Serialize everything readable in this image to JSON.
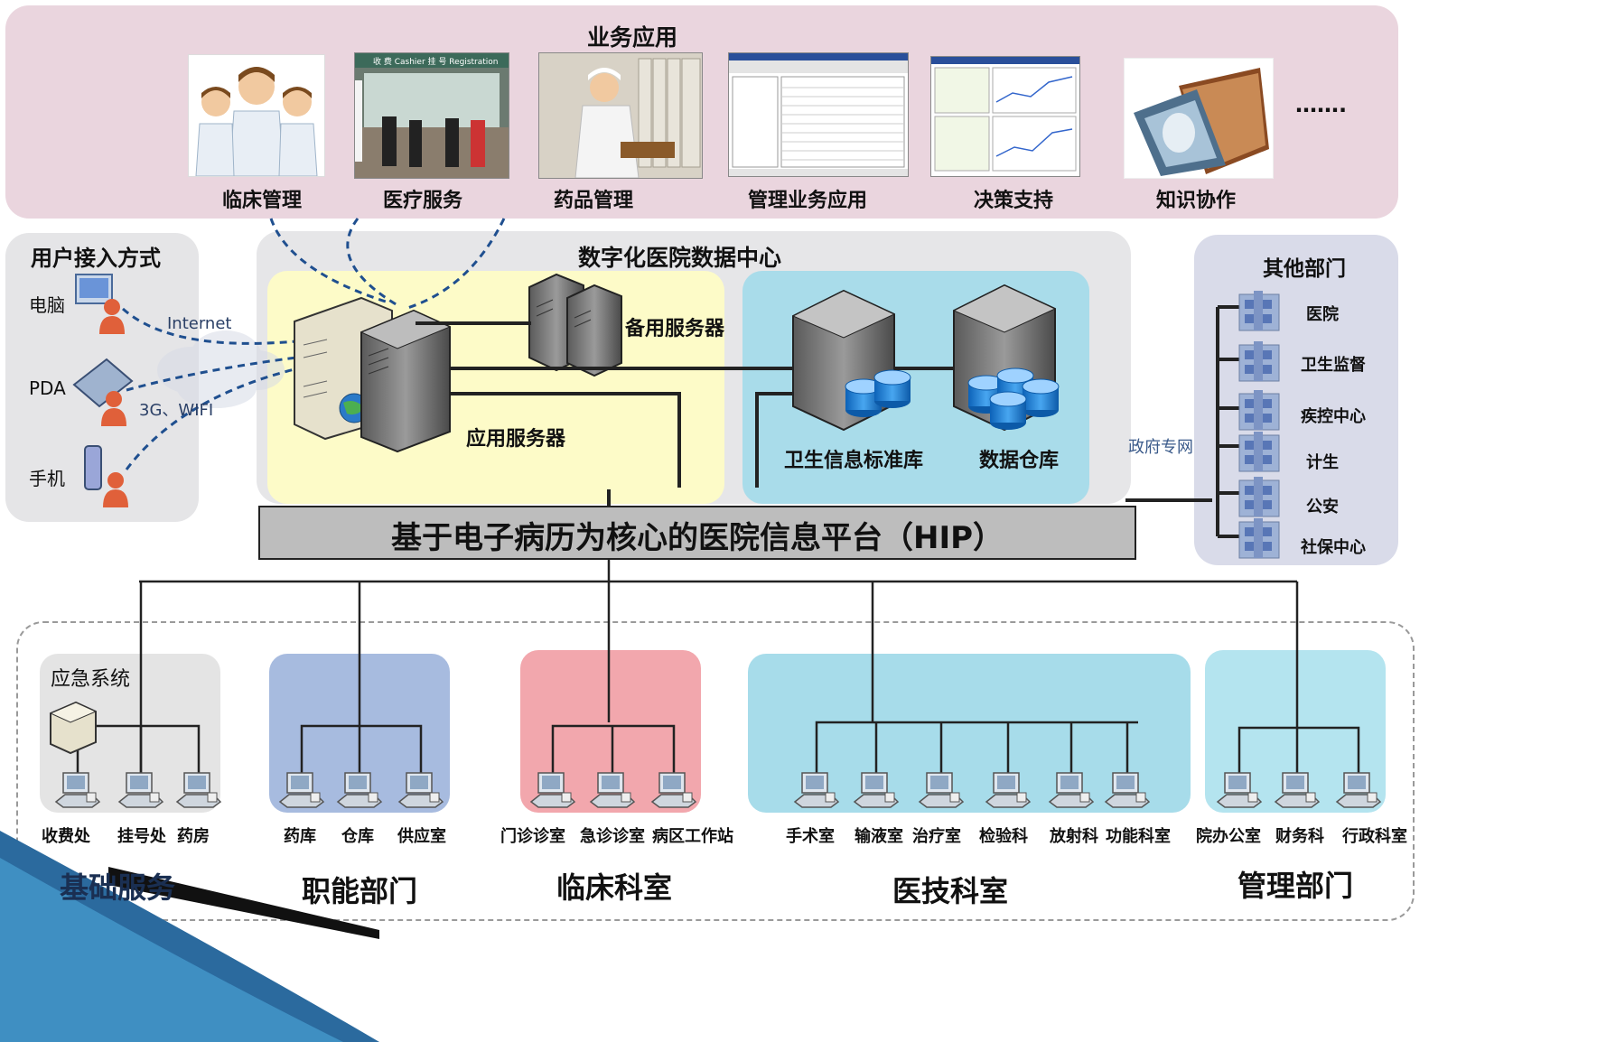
{
  "business_apps": {
    "title": "业务应用",
    "items": [
      "临床管理",
      "医疗服务",
      "药品管理",
      "管理业务应用",
      "决策支持",
      "知识协作"
    ],
    "more": "……."
  },
  "user_access": {
    "title": "用户接入方式",
    "devices": [
      "电脑",
      "PDA",
      "手机"
    ],
    "links": [
      "Internet",
      "3G、WIFI"
    ]
  },
  "data_center": {
    "title": "数字化医院数据中心",
    "backup_server": "备用服务器",
    "app_server": "应用服务器",
    "std_db": "卫生信息标准库",
    "warehouse": "数据仓库"
  },
  "platform": {
    "label": "基于电子病历为核心的医院信息平台（HIP）"
  },
  "gov_net": "政府专网",
  "other_depts": {
    "title": "其他部门",
    "items": [
      "医院",
      "卫生监督",
      "疾控中心",
      "计生",
      "公安",
      "社保中心"
    ]
  },
  "groups": [
    {
      "title": "基础服务",
      "sub": "应急系统",
      "items": [
        "收费处",
        "挂号处",
        "药房"
      ]
    },
    {
      "title": "职能部门",
      "items": [
        "药库",
        "仓库",
        "供应室"
      ]
    },
    {
      "title": "临床科室",
      "items": [
        "门诊诊室",
        "急诊诊室",
        "病区工作站"
      ]
    },
    {
      "title": "医技科室",
      "items": [
        "手术室",
        "输液室",
        "治疗室",
        "检验科",
        "放射科",
        "功能科室"
      ]
    },
    {
      "title": "管理部门",
      "items": [
        "院办公室",
        "财务科",
        "行政科室"
      ]
    }
  ],
  "colors": {
    "business_bg": "#ead5de",
    "datacenter_bg": "#e6e6e8",
    "app_zone": "#fdfbc8",
    "db_zone": "#a9dcea",
    "other_bg": "#d9dbe9",
    "platform_bg": "#bdbdbd",
    "func_bg": "#a7bbdf",
    "clinic_bg": "#f2a7ad",
    "tech_bg": "#a7dcea",
    "mgmt_bg": "#b4e4ef",
    "basic_bg": "#e4e4e4",
    "link_dash": "#1f4f8f"
  }
}
